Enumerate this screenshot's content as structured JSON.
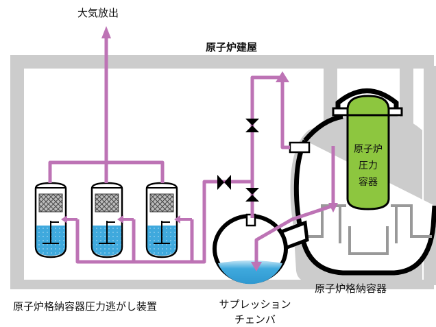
{
  "labels": {
    "atmosphere_release": "大気放出",
    "reactor_building": "原子炉建屋",
    "pressure_vessel": [
      "原子炉",
      "圧力",
      "容器"
    ],
    "containment_vessel": "原子炉格納容器",
    "vent_system": "原子炉格納容器圧力逃がし装置",
    "suppression_chamber": [
      "サプレッション",
      "チェンバ"
    ]
  },
  "colors": {
    "building_wall": "#cccccc",
    "pipe": "#bd73b5",
    "vessel_outline": "#000000",
    "pressure_vessel_fill": "#8dc63f",
    "water": "#3fa9dd",
    "filter_mesh": "#555555",
    "internal_structure": "#999999"
  },
  "icons": {
    "valve": "gate-valve-icon",
    "flow": "arrow-icon",
    "filter": "filter-element-icon"
  },
  "filter_vessel_count": 3
}
